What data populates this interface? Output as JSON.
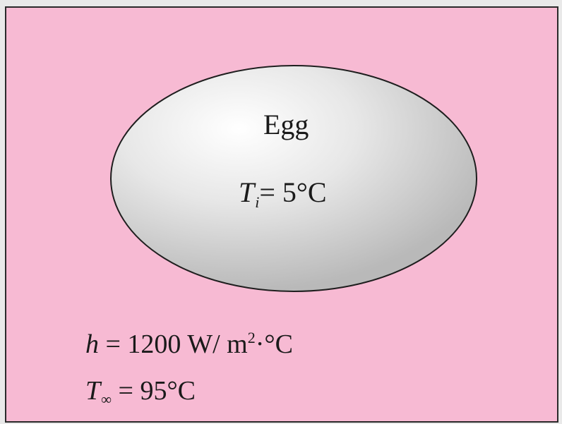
{
  "colors": {
    "panel_background": "#f7bad3",
    "egg_fill": "#d8d8d8",
    "egg_highlight": "#ffffff",
    "outline": "#1e1e1e"
  },
  "egg": {
    "label": "Egg",
    "initial_temperature": {
      "symbol": "T",
      "subscript": "i",
      "value": "= 5°C"
    }
  },
  "fluid": {
    "heat_transfer_coefficient": {
      "symbol": "h",
      "value": "= 1200 W/ m",
      "exponent": "2",
      "unit_tail": "·°C"
    },
    "ambient_temperature": {
      "symbol": "T",
      "subscript": "∞",
      "value": "= 95°C"
    }
  }
}
